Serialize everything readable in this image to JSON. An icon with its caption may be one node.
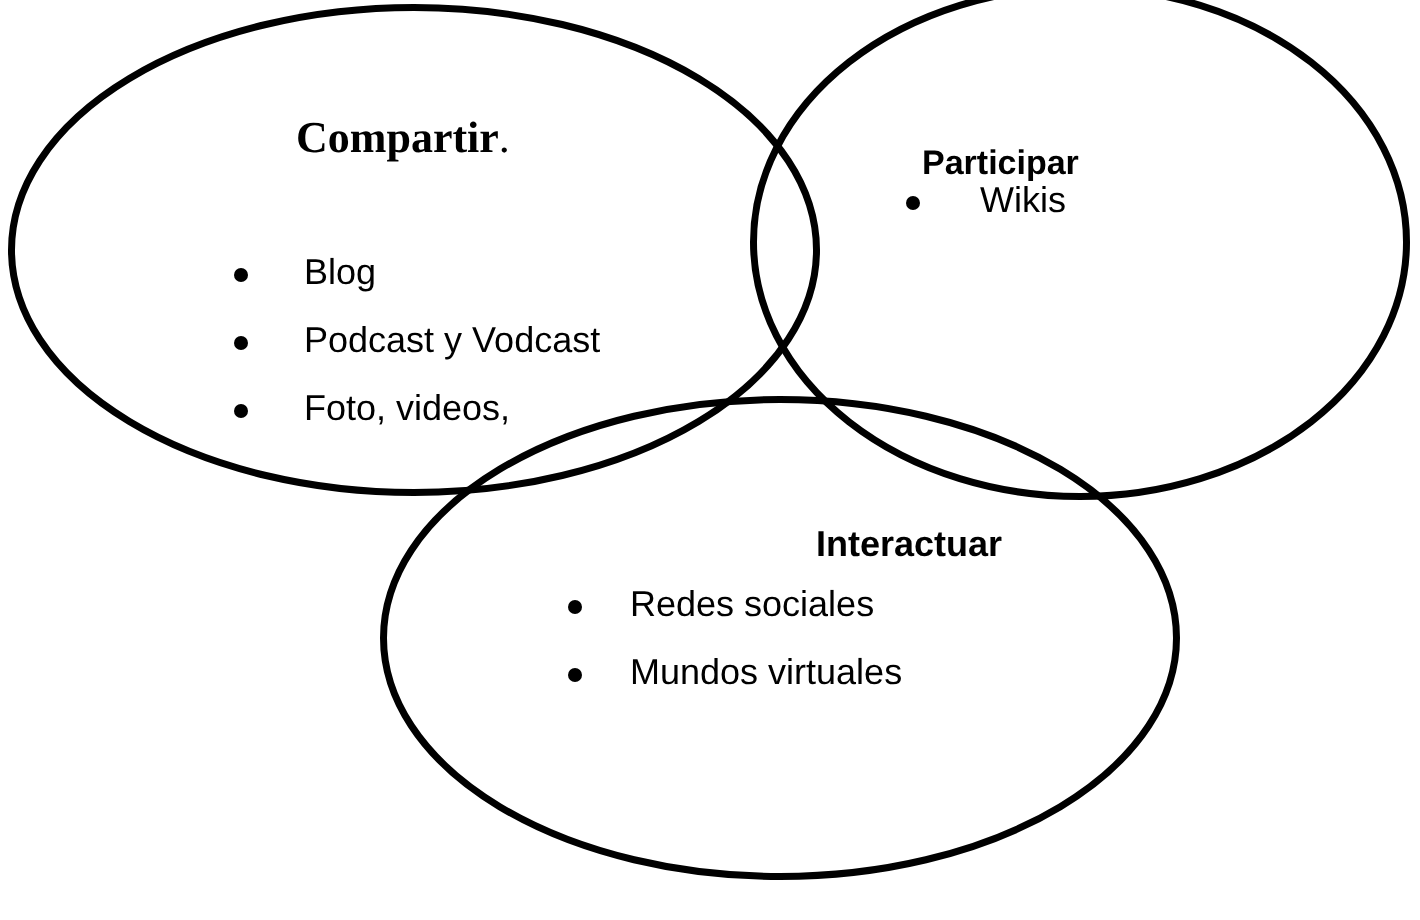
{
  "diagram": {
    "nodes": [
      {
        "text": [
          "**Compartir**.",
          "Blog",
          "Podcast y Vodcast",
          "Foto, videos,"
        ]
      },
      {
        "text": [
          "Participar",
          "Wikis"
        ]
      },
      {
        "text": [
          "Interactuar",
          "Redes sociales",
          "Mundos virtuales"
        ]
      }
    ]
  }
}
